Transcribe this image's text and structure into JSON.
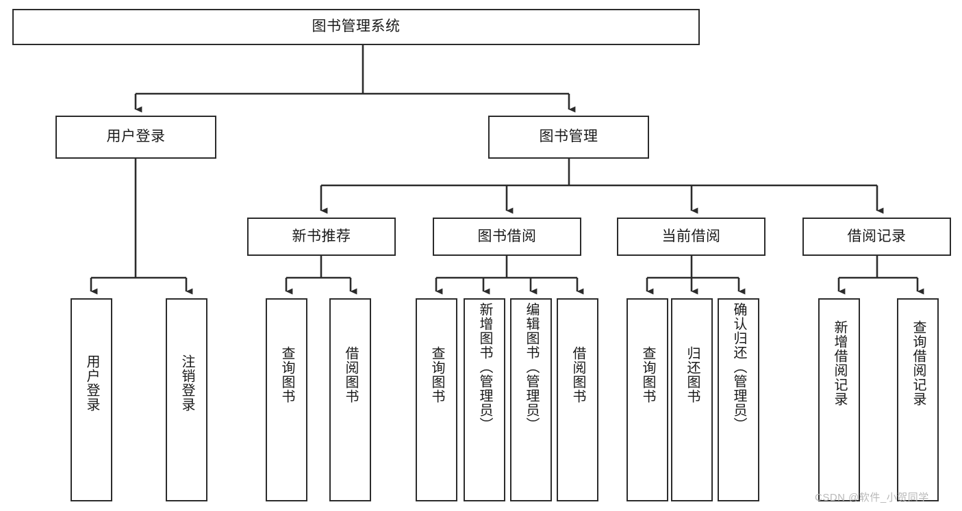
{
  "diagram": {
    "type": "tree-hierarchy",
    "title": "图书管理系统",
    "orientation": "top-down",
    "watermark": "CSDN @软件_小贺同学",
    "colors": {
      "box_border": "#2b2b2b",
      "box_fill": "#ffffff",
      "connector": "#2b2b2b",
      "text": "#1a1a1a",
      "watermark": "#b9b9b9"
    },
    "nodes": {
      "root": {
        "label": "图书管理系统",
        "level": 0
      },
      "level1": [
        {
          "id": "user-login",
          "label": "用户登录"
        },
        {
          "id": "book-manage",
          "label": "图书管理"
        }
      ],
      "level2": [
        {
          "id": "new-book-recommend",
          "label": "新书推荐",
          "parent": "book-manage"
        },
        {
          "id": "book-borrow",
          "label": "图书借阅",
          "parent": "book-manage"
        },
        {
          "id": "current-borrow",
          "label": "当前借阅",
          "parent": "book-manage"
        },
        {
          "id": "borrow-record",
          "label": "借阅记录",
          "parent": "book-manage"
        }
      ],
      "leaves": [
        {
          "id": "leaf-user-login",
          "label": "用户登录",
          "parent": "user-login"
        },
        {
          "id": "leaf-logout-login",
          "label": "注销登录",
          "parent": "user-login"
        },
        {
          "id": "leaf-query-book-1",
          "label": "查询图书",
          "parent": "new-book-recommend"
        },
        {
          "id": "leaf-borrow-book-1",
          "label": "借阅图书",
          "parent": "new-book-recommend"
        },
        {
          "id": "leaf-query-book-2",
          "label": "查询图书",
          "parent": "book-borrow"
        },
        {
          "id": "leaf-add-book",
          "label": "新增图书（管理员）",
          "parent": "book-borrow"
        },
        {
          "id": "leaf-edit-book",
          "label": "编辑图书（管理员）",
          "parent": "book-borrow"
        },
        {
          "id": "leaf-borrow-book-2",
          "label": "借阅图书",
          "parent": "book-borrow"
        },
        {
          "id": "leaf-query-book-3",
          "label": "查询图书",
          "parent": "current-borrow"
        },
        {
          "id": "leaf-return-book",
          "label": "归还图书",
          "parent": "current-borrow"
        },
        {
          "id": "leaf-confirm-return",
          "label": "确认归还（管理员）",
          "parent": "current-borrow"
        },
        {
          "id": "leaf-add-borrow-record",
          "label": "新增借阅记录",
          "parent": "borrow-record"
        },
        {
          "id": "leaf-query-borrow-record",
          "label": "查询借阅记录",
          "parent": "borrow-record"
        }
      ]
    }
  }
}
